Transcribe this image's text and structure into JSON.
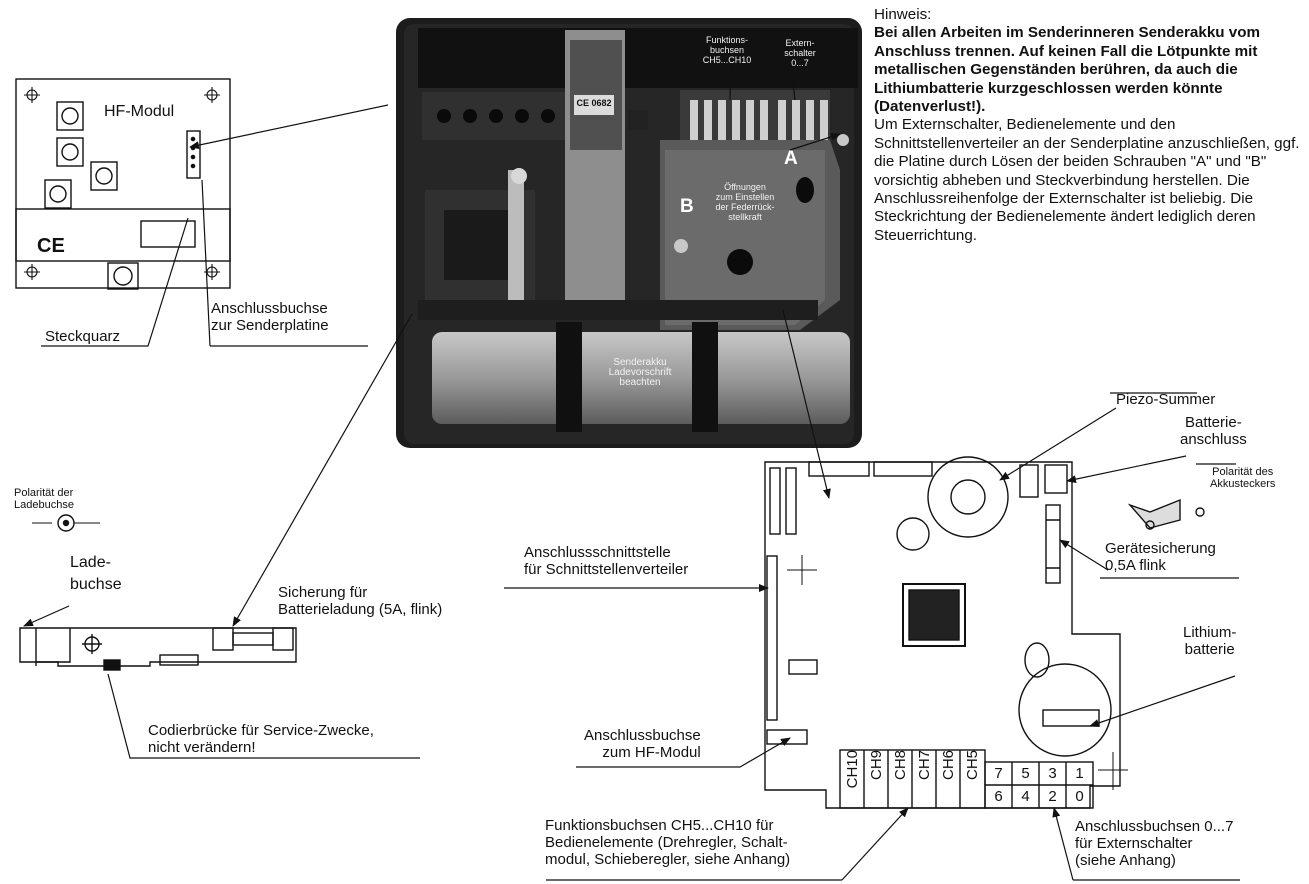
{
  "hf_module": {
    "title": "HF-Modul",
    "ce_mark": "CE",
    "label_crystal": "Steckquarz",
    "label_socket": "Anschlussbuchse\nzur Senderplatine"
  },
  "photo": {
    "label_function": "Funktions-\nbuchsen\nCH5...CH10",
    "label_ext": "Extern-\nschalter\n0...7",
    "label_openings": "Öffnungen\nzum Einstellen\nder Federrück-\nstellkraft",
    "label_battery": "Senderakku\nLadevorschrift\nbeachten",
    "marker_a": "A",
    "marker_b": "B",
    "ce_sticker": "CE 0682"
  },
  "note": {
    "heading": "Hinweis:",
    "bold": "Bei allen Arbeiten im Senderinneren Senderakku vom Anschluss trennen. Auf keinen Fall die Lötpunkte mit metallischen Gegenständen berühren, da auch die Lithiumbatterie kurzgeschlossen werden könnte (Datenverlust!).",
    "body": "Um Externschalter, Bedienelemente und den Schnittstellenverteiler an der Senderplatine anzuschließen, ggf. die Platine durch Lösen der beiden Schrauben \"A\" und \"B\" vorsichtig abheben und Steckverbindung herstellen. Die Anschlussreihenfolge der Externschalter ist beliebig. Die Steckrichtung der Bedienelemente ändert lediglich deren Steuerrichtung."
  },
  "charge_board": {
    "polarity": "Polarität der\nLadebuchse",
    "socket": "Lade-\nbuchse",
    "fuse": "Sicherung für\nBatterieladung (5A, flink)",
    "coding": "Codierbrücke für Service-Zwecke,\nnicht verändern!"
  },
  "main_board": {
    "piezo": "Piezo-Summer",
    "battery_conn": "Batterie-\nanschluss",
    "polarity_plug": "Polarität des\nAkkusteckers",
    "fuse": "Gerätesicherung\n0,5A flink",
    "lithium": "Lithium-\nbatterie",
    "interface": "Anschlussschnittstelle\nfür Schnittstellenverteiler",
    "hf_socket": "Anschlussbuchse\nzum HF-Modul",
    "function_sockets": "Funktionsbuchsen CH5...CH10 für\nBedienelemente (Drehregler, Schalt-\nmodul, Schieberegler, siehe Anhang)",
    "ext_sockets": "Anschlussbuchsen 0...7\nfür Externschalter\n(siehe Anhang)",
    "channels": [
      "CH10",
      "CH9",
      "CH8",
      "CH7",
      "CH6",
      "CH5"
    ],
    "ext_top": [
      "7",
      "5",
      "3",
      "1"
    ],
    "ext_bottom": [
      "6",
      "4",
      "2",
      "0"
    ]
  }
}
